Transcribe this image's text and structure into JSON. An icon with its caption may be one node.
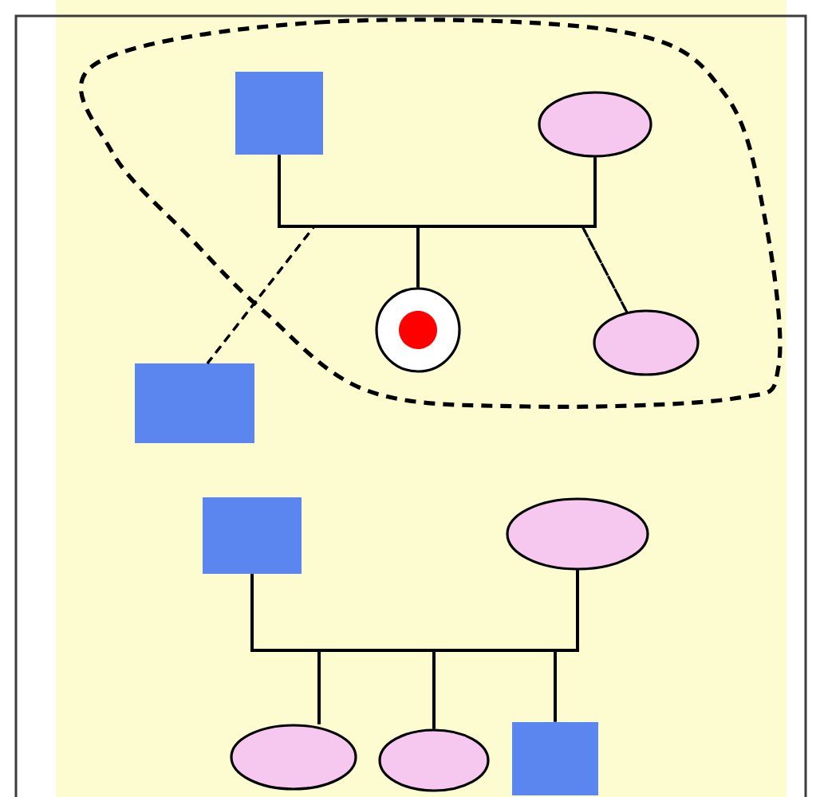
{
  "diagram": {
    "nodes": [
      {
        "text": [],
        "shape": "box"
      },
      {
        "text": [],
        "shape": "ellipse"
      },
      {
        "text": [],
        "shape": "circle"
      },
      {
        "text": [],
        "shape": "ellipse"
      },
      {
        "text": [],
        "shape": "box"
      },
      {
        "text": [],
        "shape": "box"
      },
      {
        "text": [],
        "shape": "ellipse"
      },
      {
        "text": [],
        "shape": "ellipse"
      },
      {
        "text": [],
        "shape": "ellipse"
      },
      {
        "text": [],
        "shape": "box"
      }
    ],
    "edges": [
      {
        "from": 0,
        "to": 2,
        "arrow": "none"
      },
      {
        "from": 1,
        "to": 2,
        "arrow": "none"
      },
      {
        "from": 0,
        "to": 3,
        "arrow": "none",
        "style": "dashed"
      },
      {
        "from": 1,
        "to": 3,
        "arrow": "none",
        "style": "dashed"
      },
      {
        "from": 0,
        "to": 4,
        "arrow": "none",
        "style": "dashed"
      },
      {
        "from": 1,
        "to": 4,
        "arrow": "none",
        "style": "dashed"
      },
      {
        "from": 5,
        "to": 7,
        "arrow": "none"
      },
      {
        "from": 6,
        "to": 7,
        "arrow": "none"
      },
      {
        "from": 5,
        "to": 8,
        "arrow": "none"
      },
      {
        "from": 6,
        "to": 8,
        "arrow": "none"
      },
      {
        "from": 5,
        "to": 9,
        "arrow": "none"
      },
      {
        "from": 6,
        "to": 9,
        "arrow": "none"
      }
    ]
  }
}
